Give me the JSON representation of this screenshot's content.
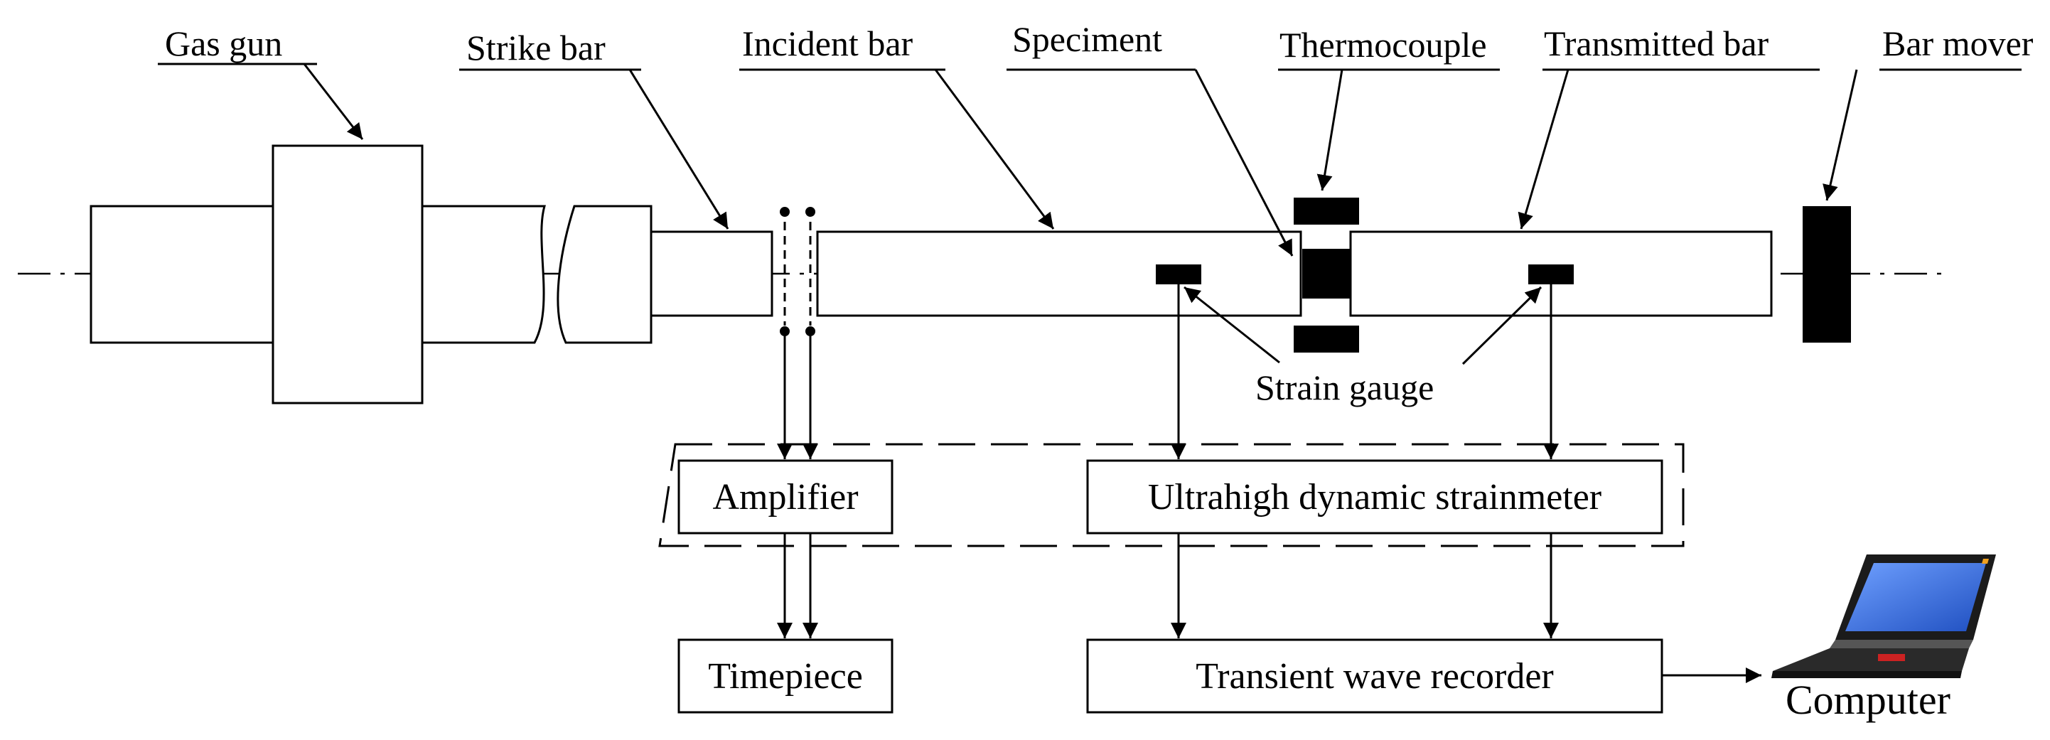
{
  "labels": {
    "gas_gun": "Gas gun",
    "strike_bar": "Strike bar",
    "incident_bar": "Incident bar",
    "speciment": "Speciment",
    "thermocouple": "Thermocouple",
    "transmitted_bar": "Transmitted bar",
    "bar_mover": "Bar mover",
    "strain_gauge": "Strain gauge"
  },
  "boxes": {
    "amplifier": "Amplifier",
    "strainmeter": "Ultrahigh dynamic strainmeter",
    "timepiece": "Timepiece",
    "recorder": "Transient wave recorder"
  },
  "computer": {
    "label": "Computer",
    "icon": "laptop-icon",
    "screen_color": "#2f64d8",
    "button_color": "#cc2222"
  }
}
